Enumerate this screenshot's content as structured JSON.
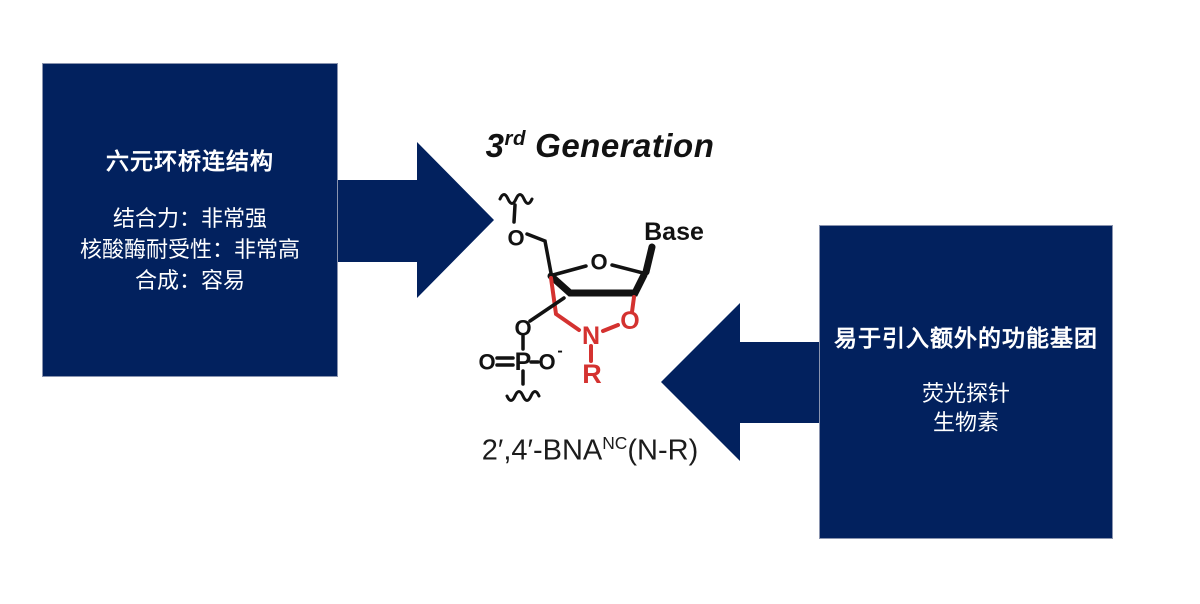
{
  "colors": {
    "navy": "#02215e",
    "red": "#d43230",
    "ink": "#121212",
    "box_border": "#8a94af"
  },
  "generation_title": {
    "number": "3",
    "ordinal_suffix": "rd",
    "word": "Generation"
  },
  "left_box": {
    "heading": "六元环桥连结构",
    "lines": [
      "结合力：非常强",
      "核酸酶耐受性：非常高",
      "合成：容易"
    ]
  },
  "right_box": {
    "heading": "易于引入额外的功能基团",
    "lines": [
      "荧光探针",
      "生物素"
    ]
  },
  "molecule": {
    "name_prefix": "2′,4′-BNA",
    "name_superscript": "NC",
    "name_suffix": "(N-R)",
    "atom_labels": {
      "o5_prime": "O",
      "ring_oxygen": "O",
      "base": "Base",
      "bridge_nitrogen": "N",
      "bridge_oxygen": "O",
      "r_group": "R",
      "phosphate_o3": "O",
      "phosphorus": "P",
      "phosphate_double_o": "O",
      "phosphate_o_minus": "O",
      "minus_charge": "-"
    }
  }
}
